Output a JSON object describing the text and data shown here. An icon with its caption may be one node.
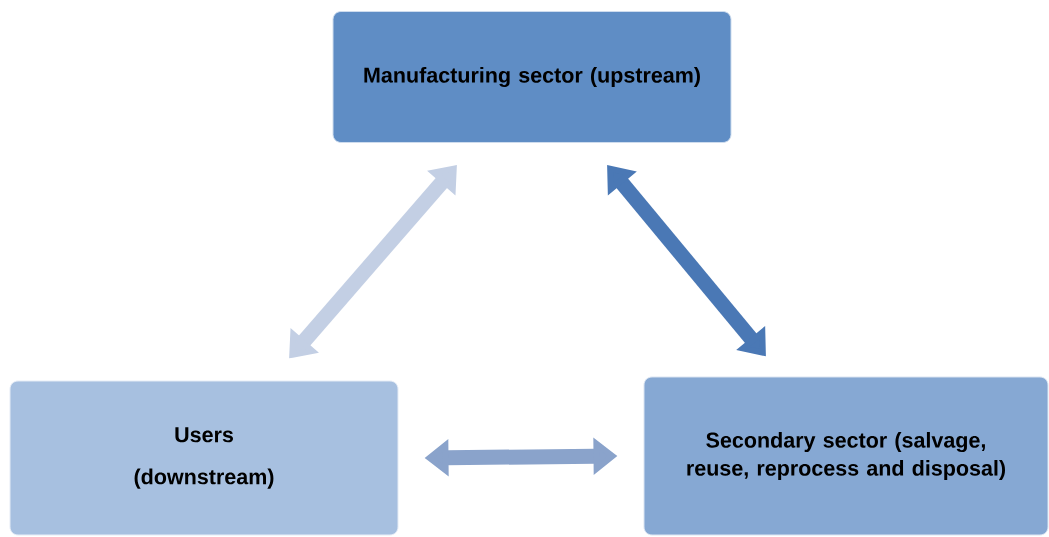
{
  "diagram": {
    "nodes": [
      {
        "text": [
          "Manufacturing sector (upstream)"
        ]
      },
      {
        "text": [
          "Users",
          "(downstream)"
        ]
      },
      {
        "text": [
          "Secondary sector (salvage, reuse, reprocess and disposal)"
        ]
      }
    ],
    "edges": [
      {
        "from": 0,
        "to": 1,
        "arrow": "both",
        "color": "#c3cfe4"
      },
      {
        "from": 0,
        "to": 2,
        "arrow": "both",
        "color": "#4a78b5"
      },
      {
        "from": 1,
        "to": 2,
        "arrow": "both",
        "color": "#8aa3cb"
      }
    ]
  }
}
